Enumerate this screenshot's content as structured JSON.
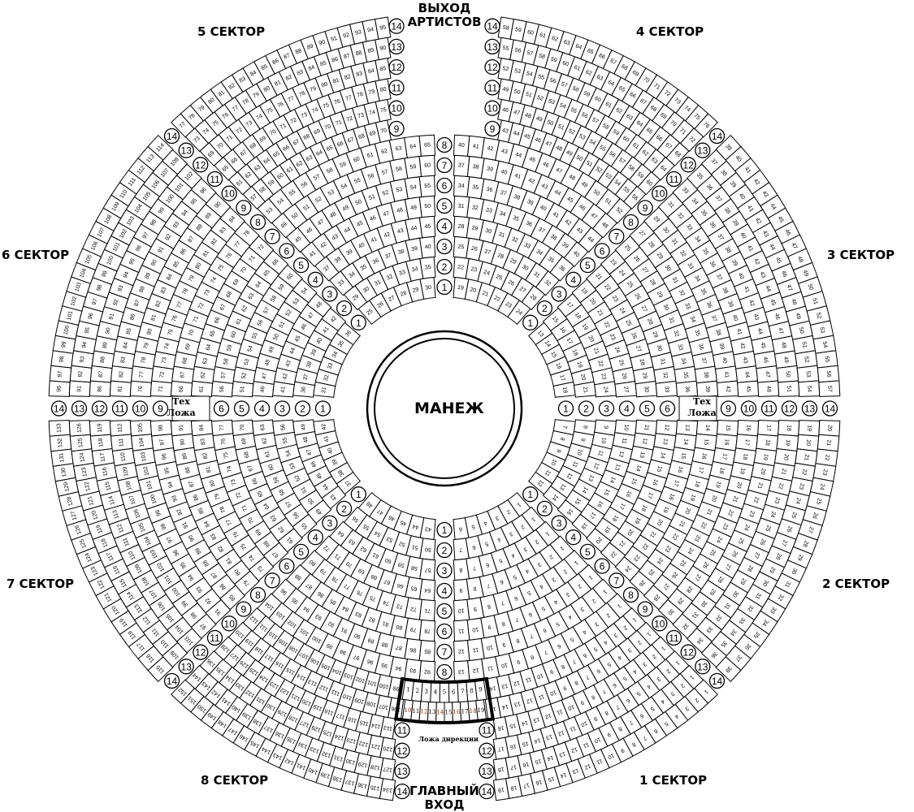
{
  "arena": {
    "label": "МАНЕЖ"
  },
  "artists_exit": {
    "line1": "ВЫХОД",
    "line2": "АРТИСТОВ"
  },
  "main_entrance": {
    "line1": "ГЛАВНЫЙ",
    "line2": "ВХОД"
  },
  "tech_box": {
    "line1": "Тех",
    "line2": "Ложа"
  },
  "director_box": {
    "label": "Ложа дирекции",
    "rows": [
      [
        1,
        2,
        3,
        4,
        5,
        6,
        7,
        8,
        9
      ],
      [
        10,
        11,
        12,
        13,
        14,
        15,
        16,
        17,
        18,
        19
      ]
    ]
  },
  "row_labels": [
    "1",
    "2",
    "3",
    "4",
    "5",
    "6",
    "7",
    "8",
    "9",
    "10",
    "11",
    "12",
    "13",
    "14"
  ],
  "seat_counts_per_row": [
    6,
    7,
    8,
    9,
    10,
    11,
    12,
    13,
    14,
    15,
    16,
    17,
    18,
    19
  ],
  "sectors": [
    {
      "id": 1,
      "label": "1 СЕКТОР",
      "row_starts": [
        1,
        1,
        1,
        1,
        1,
        1,
        1,
        1,
        1,
        1,
        1,
        1,
        1,
        1
      ]
    },
    {
      "id": 2,
      "label": "2 СЕКТОР",
      "row_starts": [
        7,
        8,
        9,
        10,
        11,
        12,
        13,
        14,
        15,
        16,
        17,
        18,
        19,
        20
      ]
    },
    {
      "id": 3,
      "label": "3 СЕКТОР",
      "row_starts": [
        13,
        15,
        17,
        19,
        21,
        23,
        25,
        27,
        29,
        31,
        33,
        35,
        37,
        39
      ]
    },
    {
      "id": 4,
      "label": "4 СЕКТОР",
      "row_starts": [
        19,
        22,
        25,
        28,
        31,
        34,
        37,
        40,
        43,
        46,
        49,
        52,
        55,
        58
      ]
    },
    {
      "id": 5,
      "label": "5 СЕКТОР",
      "row_starts": [
        25,
        29,
        33,
        37,
        41,
        45,
        49,
        53,
        57,
        61,
        65,
        69,
        73,
        77
      ]
    },
    {
      "id": 6,
      "label": "6 СЕКТОР",
      "row_starts": [
        31,
        36,
        41,
        46,
        51,
        56,
        61,
        66,
        71,
        76,
        81,
        86,
        91,
        96
      ]
    },
    {
      "id": 7,
      "label": "7 СЕКТОР",
      "row_starts": [
        37,
        43,
        49,
        55,
        61,
        67,
        73,
        79,
        85,
        91,
        97,
        103,
        109,
        115
      ]
    },
    {
      "id": 8,
      "label": "8 СЕКТОР",
      "row_starts": [
        43,
        50,
        57,
        64,
        71,
        78,
        85,
        92,
        99,
        106,
        113,
        120,
        127,
        134
      ]
    }
  ]
}
